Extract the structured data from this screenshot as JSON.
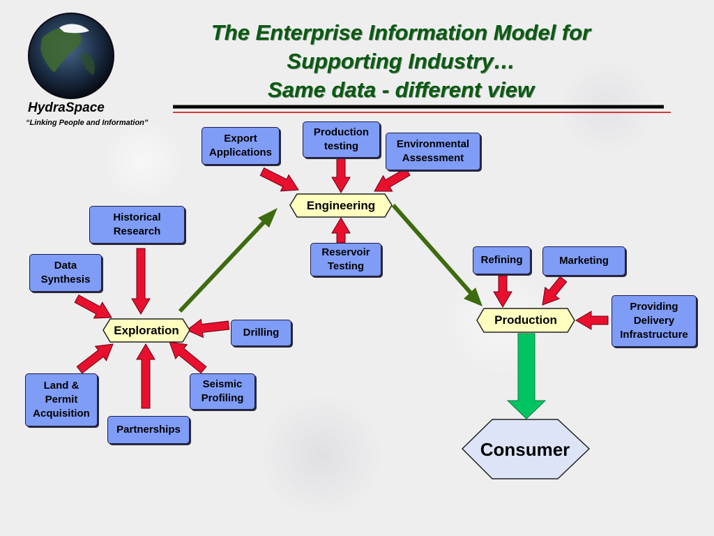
{
  "title": {
    "line1": "The Enterprise Information Model for",
    "line2": "Supporting Industry…",
    "line3": "Same data - different view"
  },
  "brand": {
    "name": "HydraSpace",
    "tagline": "“Linking People and Information”"
  },
  "hubs": {
    "exploration": "Exploration",
    "engineering": "Engineering",
    "production": "Production"
  },
  "inputs": {
    "historical_research": "Historical\nResearch",
    "data_synthesis": "Data\nSynthesis",
    "land_permit": "Land &\nPermit\nAcquisition",
    "partnerships": "Partnerships",
    "seismic_profiling": "Seismic\nProfiling",
    "drilling": "Drilling",
    "export_applications": "Export\nApplications",
    "production_testing": "Production\ntesting",
    "environmental_assessment": "Environmental\nAssessment",
    "reservoir_testing": "Reservoir\nTesting",
    "refining": "Refining",
    "marketing": "Marketing",
    "providing_delivery": "Providing\nDelivery\nInfrastructure"
  },
  "consumer": "Consumer",
  "colors": {
    "title_green": "#0a5a12",
    "box_blue": "#7f9cf6",
    "hub_yellow": "#ffffc0",
    "input_arrow_red": "#e8102e",
    "flow_arrow_green": "#3d6b0e",
    "consumer_arrow_green": "#00c462",
    "consumer_fill": "#dde4f8",
    "rule_black": "#000000",
    "rule_red": "#cc0000"
  },
  "icons": {
    "logo": "earth-globe-icon"
  }
}
